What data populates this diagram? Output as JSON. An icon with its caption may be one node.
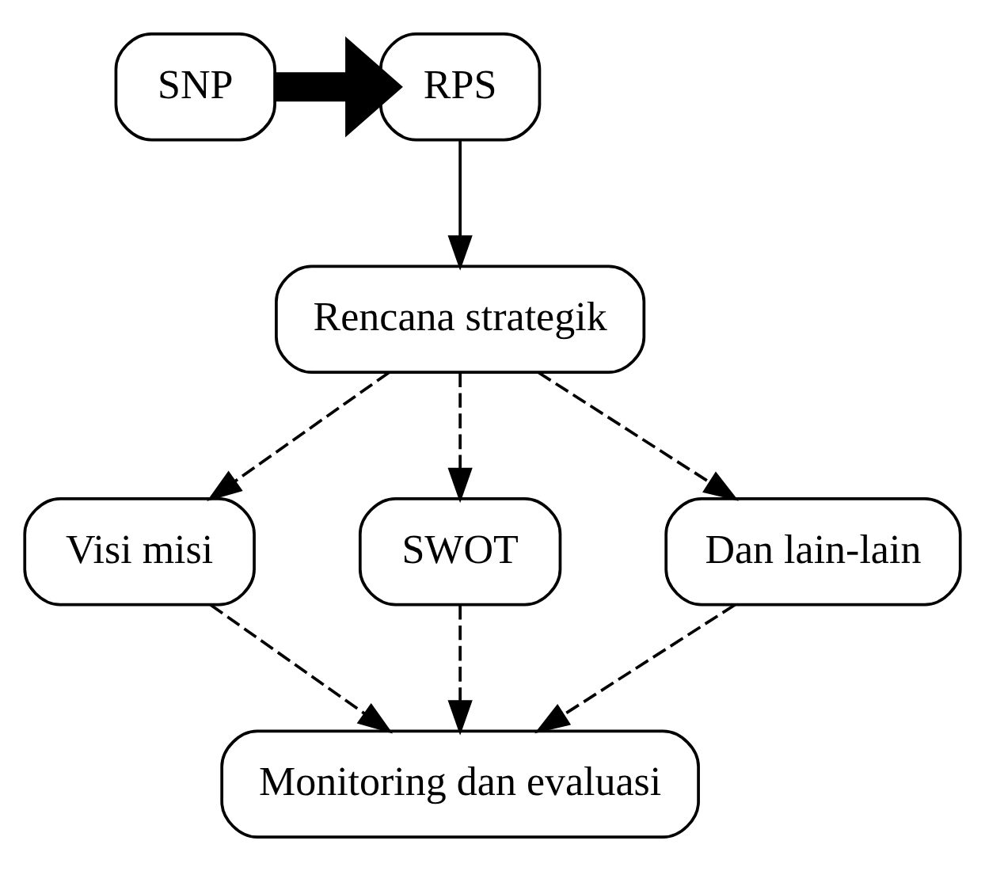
{
  "diagram": {
    "nodes": [
      {
        "text": [
          "SNP"
        ]
      },
      {
        "text": [
          "RPS"
        ]
      },
      {
        "text": [
          "Rencana strategik"
        ]
      },
      {
        "text": [
          "Visi misi"
        ]
      },
      {
        "text": [
          "SWOT"
        ]
      },
      {
        "text": [
          "Dan lain-lain"
        ]
      },
      {
        "text": [
          "Monitoring dan evaluasi"
        ]
      }
    ],
    "edges": [
      {
        "from": 0,
        "to": 1,
        "arrow": "to",
        "style": "thick"
      },
      {
        "from": 1,
        "to": 2,
        "arrow": "to"
      },
      {
        "from": 2,
        "to": 3,
        "arrow": "to",
        "style": "dashed"
      },
      {
        "from": 2,
        "to": 4,
        "arrow": "to",
        "style": "dashed"
      },
      {
        "from": 2,
        "to": 5,
        "arrow": "to",
        "style": "dashed"
      },
      {
        "from": 3,
        "to": 6,
        "arrow": "to",
        "style": "dashed"
      },
      {
        "from": 4,
        "to": 6,
        "arrow": "to",
        "style": "dashed"
      },
      {
        "from": 5,
        "to": 6,
        "arrow": "to",
        "style": "dashed"
      }
    ]
  }
}
